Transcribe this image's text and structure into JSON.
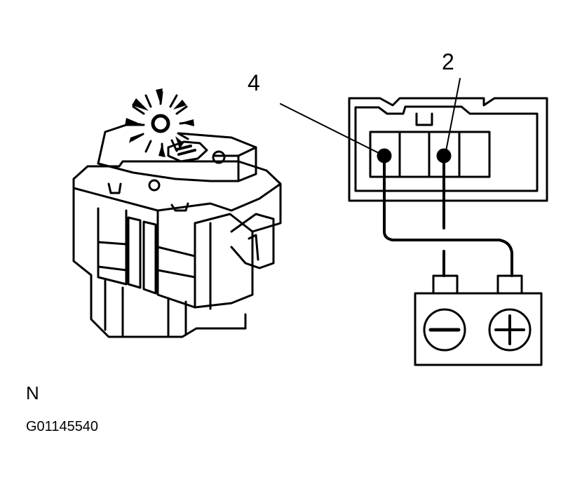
{
  "labels": {
    "pin_4": "4",
    "pin_2": "2"
  },
  "caption": {
    "view": "N",
    "figure_id": "G01145540"
  },
  "icons": [
    "switch-body-icon",
    "illuminated-lamp-icon",
    "battery-icon",
    "negative-terminal-icon",
    "positive-terminal-icon"
  ],
  "colors": {
    "line": "#000000",
    "background": "#ffffff"
  }
}
